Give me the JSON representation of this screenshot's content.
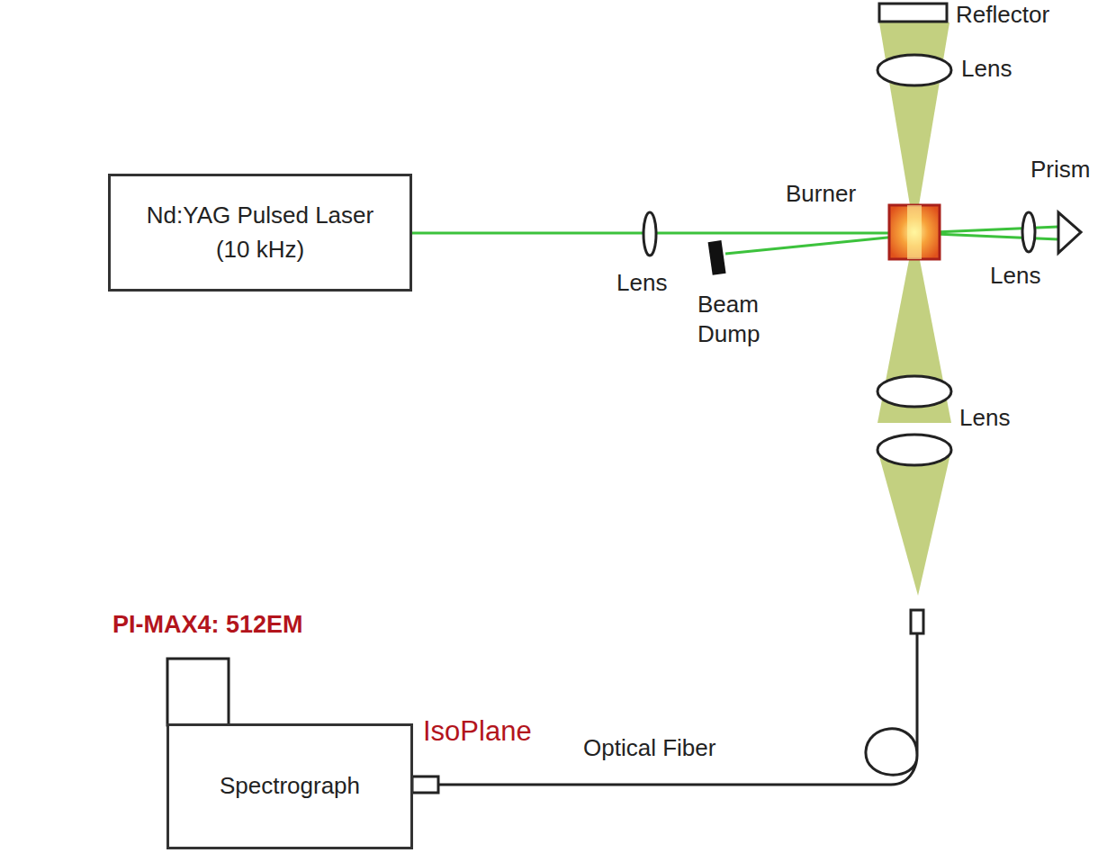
{
  "diagram": {
    "nodes": [
      {
        "text": [
          "Nd:YAG Pulsed Laser (10 kHz)"
        ]
      },
      {
        "text": [
          "Spectrograph"
        ]
      }
    ],
    "labels": [
      "Reflector",
      "Lens",
      "Burner",
      "Prism",
      "Lens",
      "Lens",
      "Beam Dump",
      "Lens",
      "PI-MAX4: 512EM",
      "IsoPlane",
      "Optical Fiber"
    ]
  }
}
